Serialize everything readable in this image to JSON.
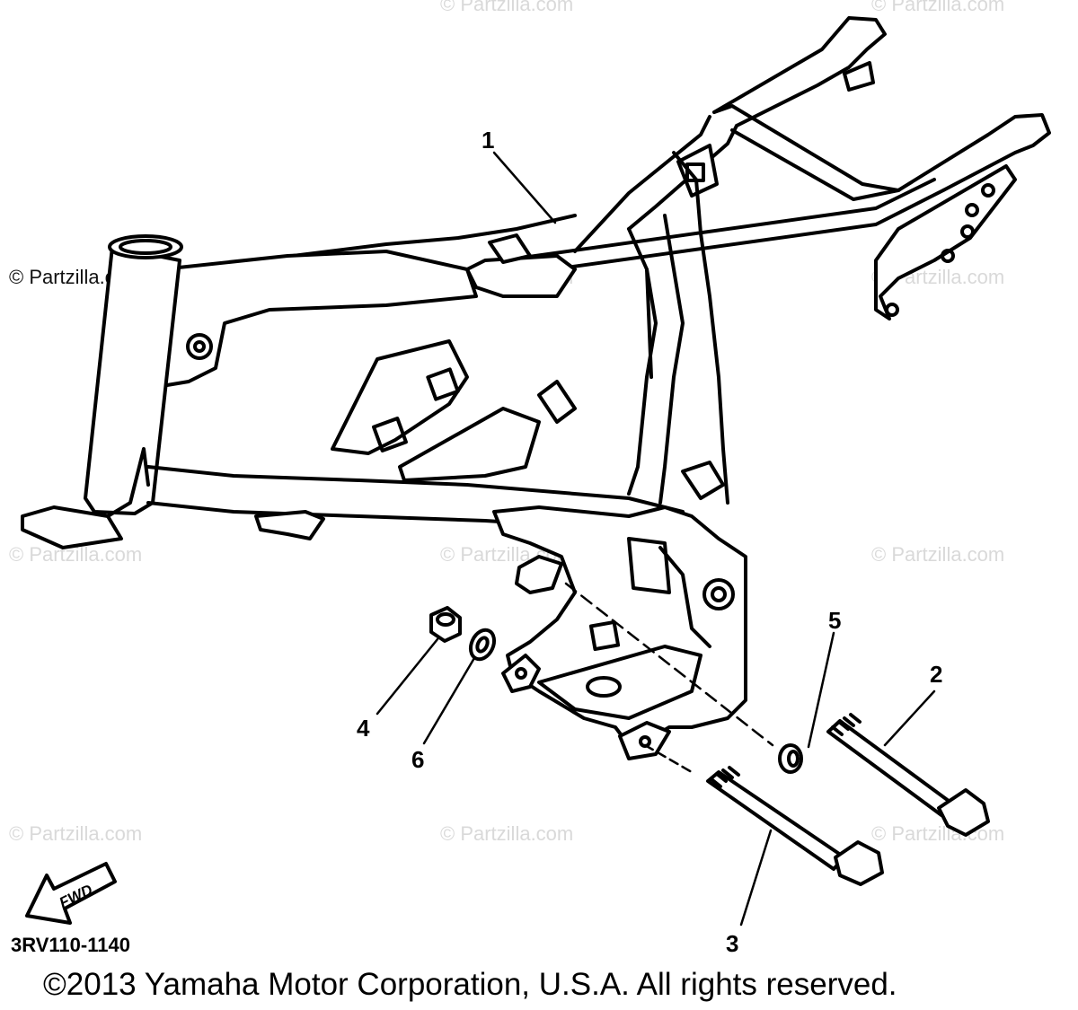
{
  "watermark": "© Partzilla.com",
  "callouts": {
    "c1": "1",
    "c2": "2",
    "c3": "3",
    "c4": "4",
    "c5": "5",
    "c6": "6"
  },
  "fwd_label": "FWD",
  "diagram_code": "3RV110-1140",
  "copyright": "©2013 Yamaha Motor Corporation, U.S.A. All rights reserved."
}
